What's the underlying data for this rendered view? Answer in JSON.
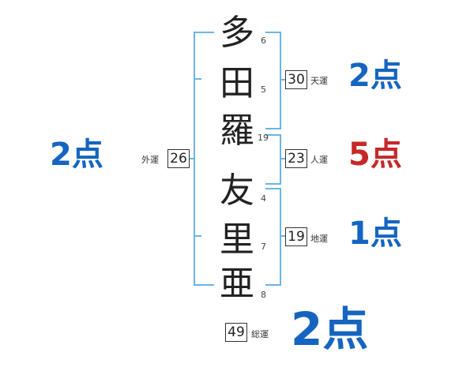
{
  "name_chars": [
    {
      "char": "多",
      "strokes": "6"
    },
    {
      "char": "田",
      "strokes": "5"
    },
    {
      "char": "羅",
      "strokes": "19"
    },
    {
      "char": "友",
      "strokes": "4"
    },
    {
      "char": "里",
      "strokes": "7"
    },
    {
      "char": "亜",
      "strokes": "8"
    }
  ],
  "gaiun": {
    "label": "外運",
    "value": "26",
    "score": "2点"
  },
  "tenun": {
    "label": "天運",
    "value": "30",
    "score": "2点"
  },
  "jinun": {
    "label": "人運",
    "value": "23",
    "score": "5点"
  },
  "chiun": {
    "label": "地運",
    "value": "19",
    "score": "1点"
  },
  "souun": {
    "label": "総運",
    "value": "49",
    "score": "2点"
  },
  "colors": {
    "blue_score": "#1565c0",
    "red_score": "#c62828",
    "bracket": "#6cb4e4"
  }
}
